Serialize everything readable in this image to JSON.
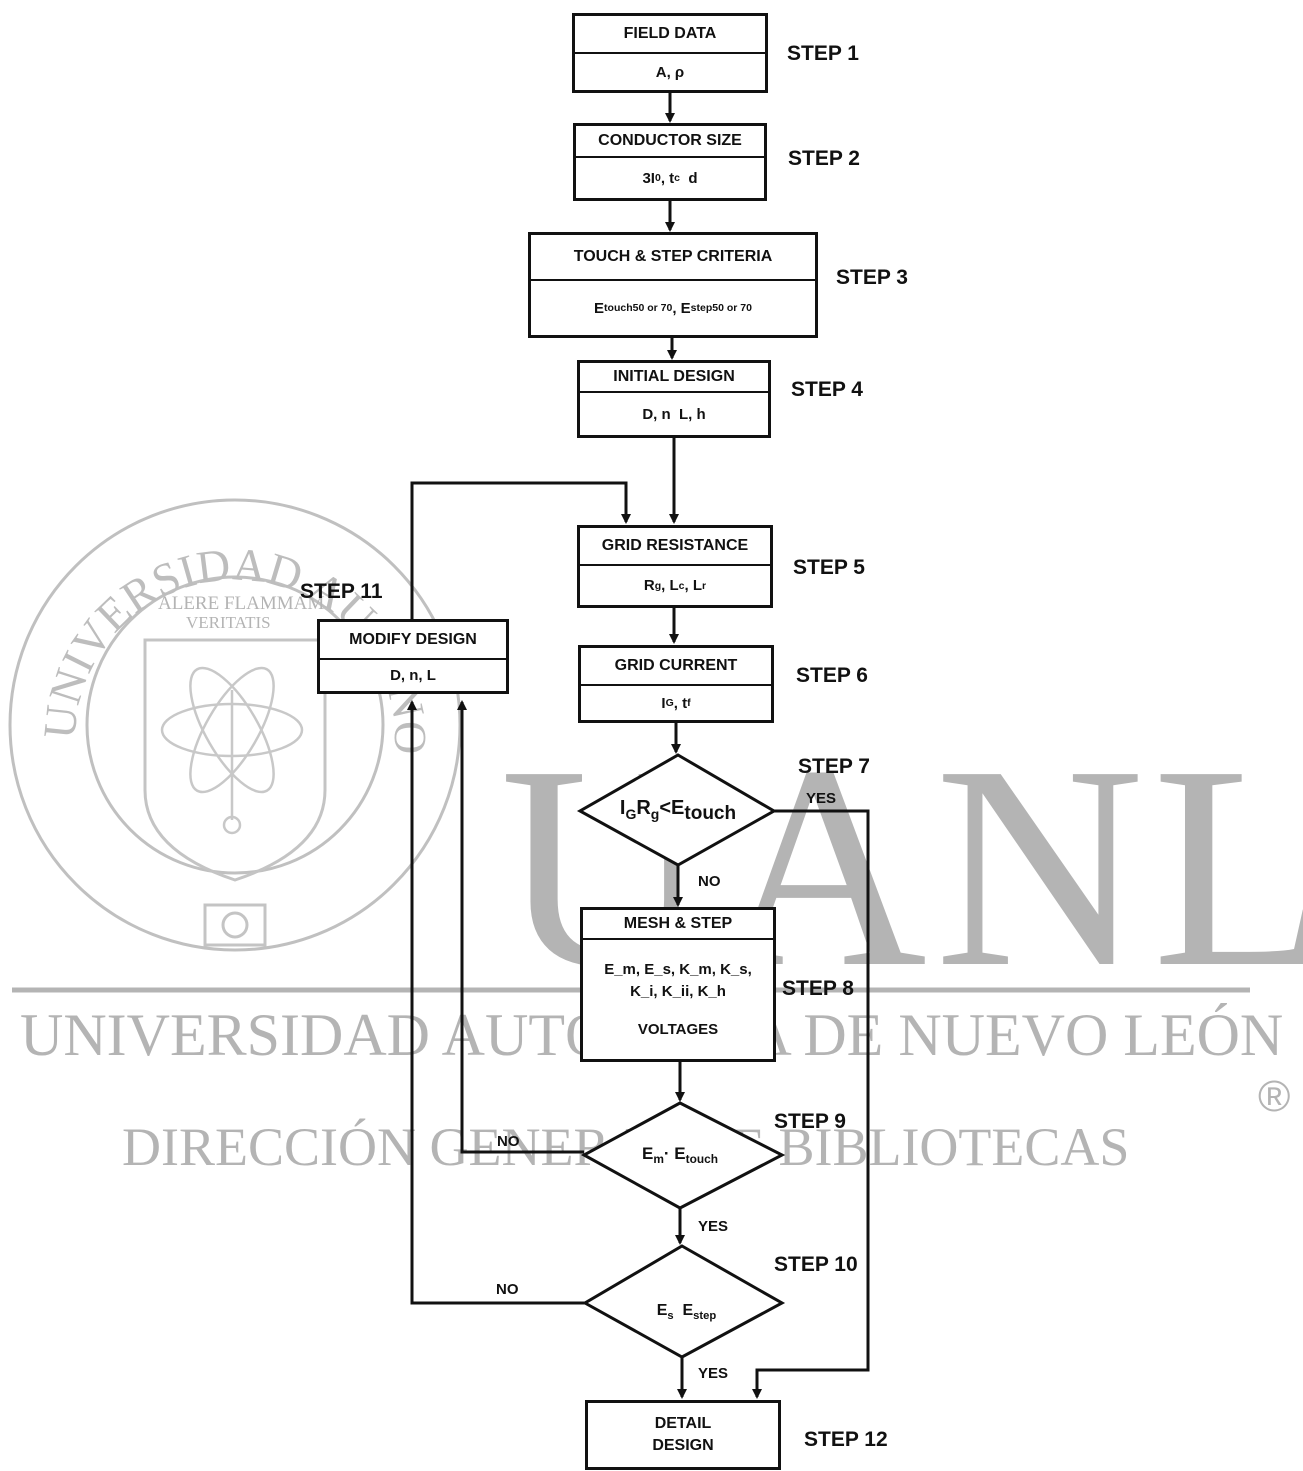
{
  "watermark": {
    "big_letters": "UANL",
    "line1": "UNIVERSIDAD AUTÓNOMA DE NUEVO LEÓN",
    "line2": "DIRECCIÓN GENERAL DE BIBLIOTECAS",
    "registered": "®",
    "seal_text": "UNIVERSIDAD AUTONOMA DE NUEVO LEON",
    "motto_1": "ALERE FLAMMAM",
    "motto_2": "VERITATIS",
    "color": "#b4b4b4"
  },
  "steps": {
    "s1": {
      "label": "STEP 1",
      "title": "FIELD DATA",
      "params": "A, ρ"
    },
    "s2": {
      "label": "STEP 2",
      "title": "CONDUCTOR SIZE",
      "params_a": "3I",
      "params_sub": "0",
      "params_b": ", t",
      "params_sub2": "c",
      "params_c": "  d"
    },
    "s3": {
      "label": "STEP 3",
      "title": "TOUCH & STEP CRITERIA",
      "p1": "E",
      "p1s": "touch50 or 70",
      "p2": ", E",
      "p2s": "step50 or 70"
    },
    "s4": {
      "label": "STEP 4",
      "title": "INITIAL DESIGN",
      "params": "D, n  L, h"
    },
    "s5": {
      "label": "STEP 5",
      "title": "GRID RESISTANCE",
      "p1": "R",
      "p1s": "g",
      "p2": ", L",
      "p2s": "c",
      "p3": ", L",
      "p3s": "r"
    },
    "s6": {
      "label": "STEP 6",
      "title": "GRID CURRENT",
      "p1": "I",
      "p1s": "G",
      "p2": ", t",
      "p2s": "f"
    },
    "s7": {
      "label": "STEP 7",
      "cond_a": "I",
      "cond_as": "G",
      "cond_b": "R",
      "cond_bs": "g",
      "cond_c": "<E",
      "cond_cs": "touch"
    },
    "s8": {
      "label": "STEP 8",
      "title": "MESH & STEP",
      "line1": "E_m, E_s, K_m, K_s,",
      "line2": "K_i, K_ii, K_h",
      "line3": "VOLTAGES"
    },
    "s9": {
      "label": "STEP 9",
      "cond_a": "E",
      "cond_as": "m",
      "cond_b": "· E",
      "cond_bs": "touch"
    },
    "s10": {
      "label": "STEP 10",
      "cond_a": "E",
      "cond_as": "s",
      "cond_b": "  E",
      "cond_bs": "step"
    },
    "s11": {
      "label": "STEP 11",
      "title": "MODIFY DESIGN",
      "params": "D, n, L"
    },
    "s12": {
      "label": "STEP 12",
      "title_1": "DETAIL",
      "title_2": "DESIGN"
    }
  },
  "branch_labels": {
    "s7_yes": "YES",
    "s7_no": "NO",
    "s9_no": "NO",
    "s9_yes": "YES",
    "s10_no": "NO",
    "s10_yes": "YES"
  }
}
